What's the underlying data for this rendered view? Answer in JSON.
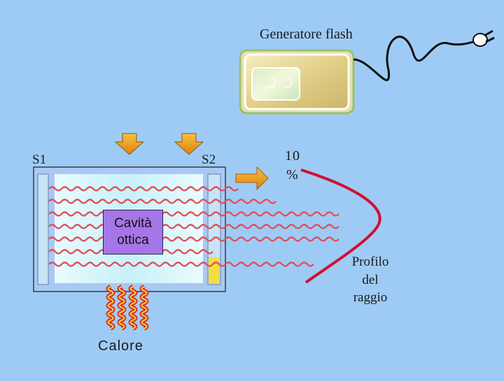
{
  "labels": {
    "generator": "Generatore flash",
    "s1": "S1",
    "s2": "S2",
    "percent_value": "10",
    "percent_sign": "%",
    "cavity_line1": "Cavità",
    "cavity_line2": "ottica",
    "profile_line1": "Profilo",
    "profile_line2": "del",
    "profile_line3": "raggio",
    "heat": "Calore"
  },
  "colors": {
    "background": "#9ecbf5",
    "laser_wave": "#e0505a",
    "cavity_box": "#a676e8",
    "arrow": "#f0a020",
    "profile_curve": "#d01030",
    "heat_wave": "#d83020"
  },
  "icons": [
    "flash-lamp-generator-icon",
    "power-plug-icon",
    "down-arrow-icon",
    "right-arrow-icon"
  ]
}
